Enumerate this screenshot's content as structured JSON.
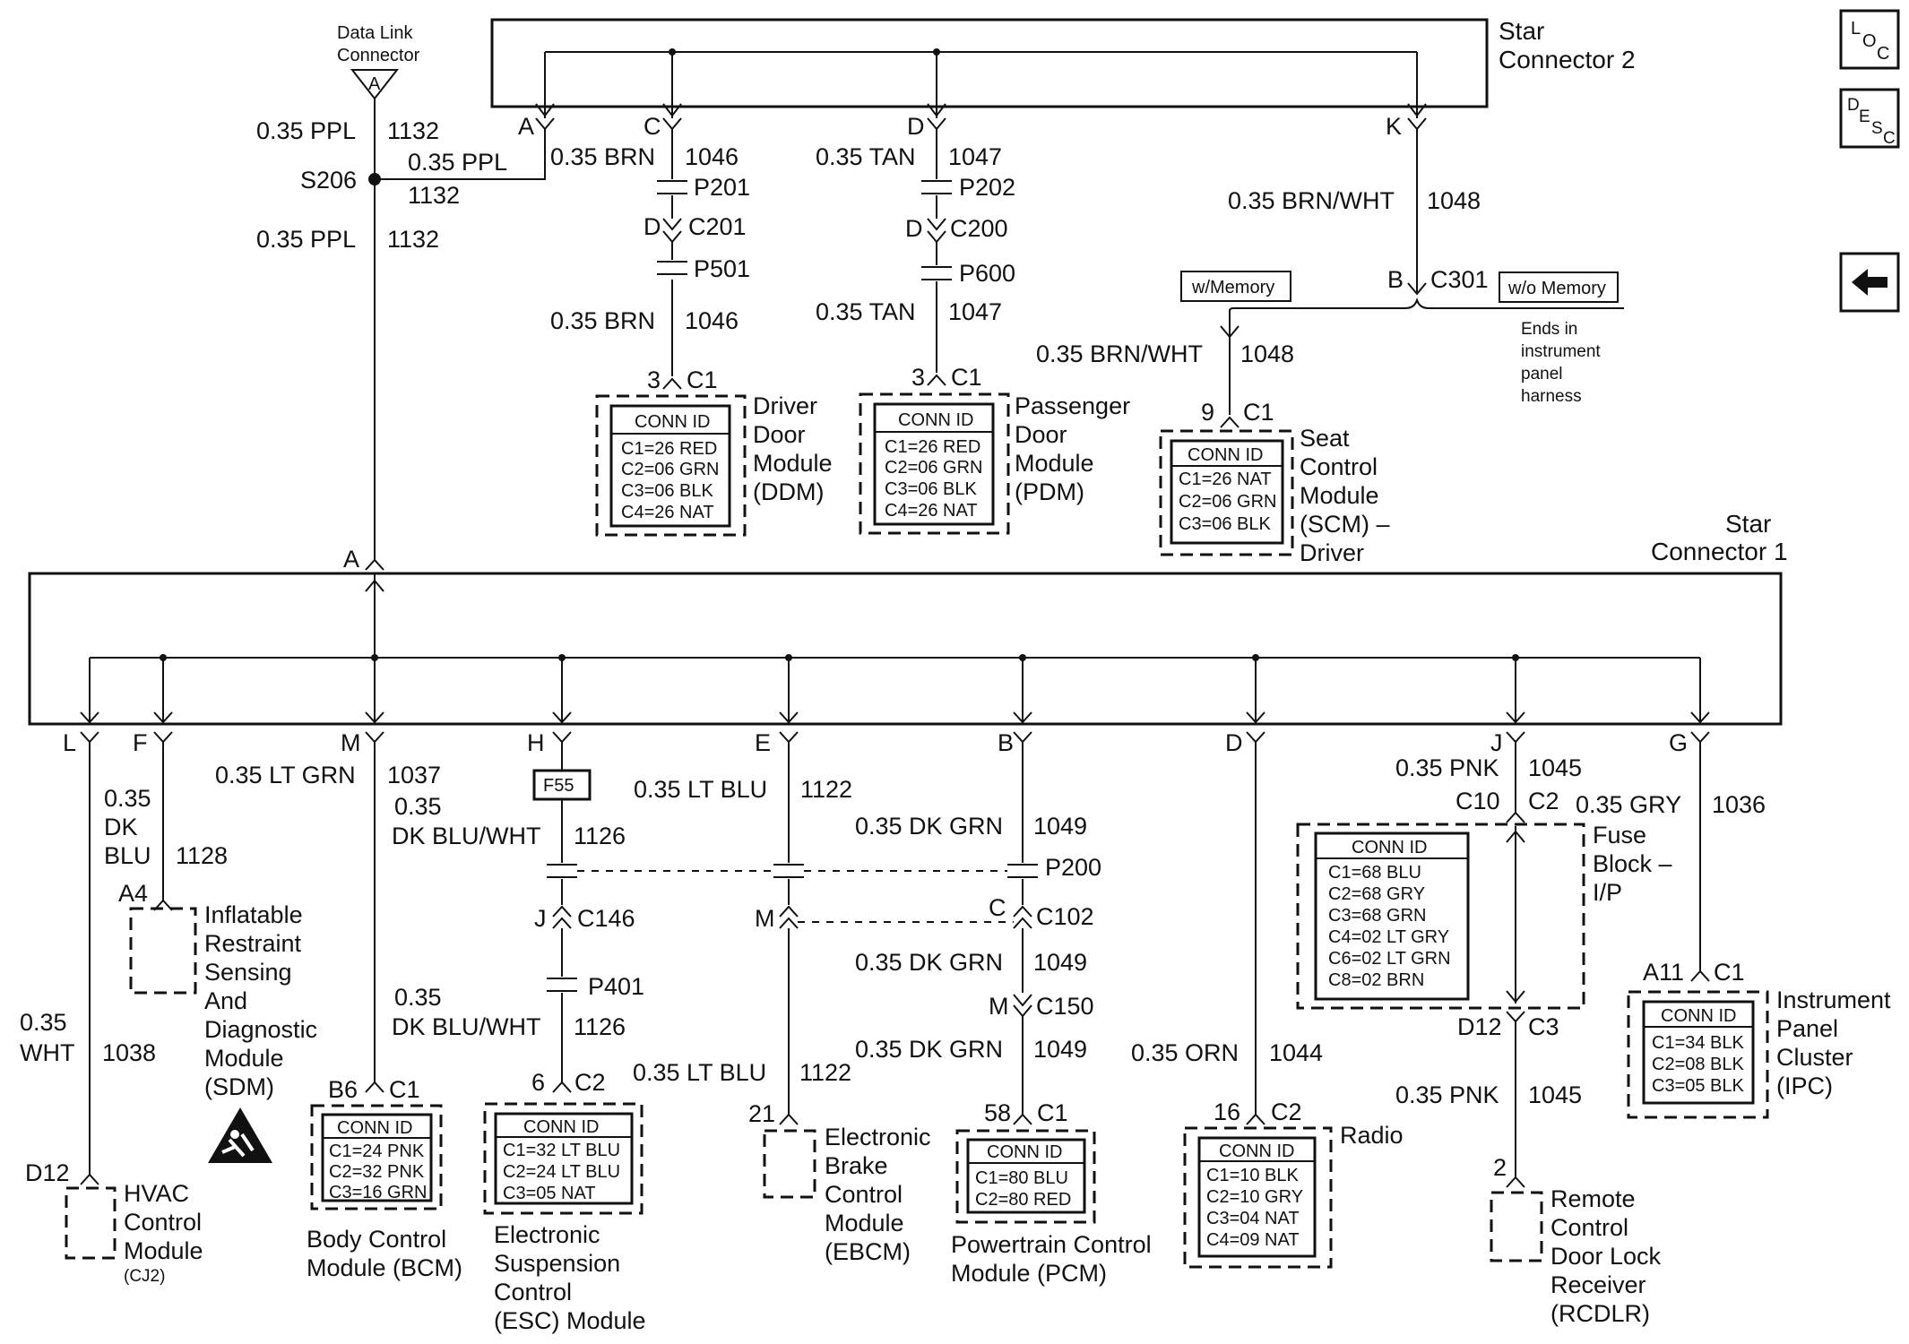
{
  "star2": {
    "title": [
      "Star",
      "Connector  2"
    ],
    "pins": [
      "A",
      "C",
      "D",
      "K"
    ]
  },
  "star1": {
    "title": [
      "Star",
      "Connector 1"
    ],
    "pin_top": "A",
    "pins": [
      "L",
      "F",
      "M",
      "H",
      "E",
      "B",
      "D",
      "J",
      "G"
    ]
  },
  "dlc": {
    "title": [
      "Data Link",
      "Connector"
    ],
    "pin": "A"
  },
  "splice": {
    "name": "S206"
  },
  "wires_top": {
    "dlc_upper": {
      "gauge": "0.35 PPL",
      "circuit": "1132"
    },
    "dlc_branch": {
      "gauge": "0.35 PPL",
      "circuit": "1132"
    },
    "dlc_lower": {
      "gauge": "0.35 PPL",
      "circuit": "1132"
    },
    "ddm_upper": {
      "gauge": "0.35 BRN",
      "circuit": "1046"
    },
    "ddm_lower": {
      "gauge": "0.35 BRN",
      "circuit": "1046"
    },
    "pdm_upper": {
      "gauge": "0.35 TAN",
      "circuit": "1047"
    },
    "pdm_lower": {
      "gauge": "0.35 TAN",
      "circuit": "1047"
    },
    "scm_upper": {
      "gauge": "0.35 BRN/WHT",
      "circuit": "1048"
    },
    "scm_lower": {
      "gauge": "0.35 BRN/WHT",
      "circuit": "1048"
    }
  },
  "connectors_top": {
    "ddm": {
      "p1": "P201",
      "pin": "D",
      "c": "C201",
      "p2": "P501",
      "end_pin": "3",
      "end_c": "C1"
    },
    "pdm": {
      "p1": "P202",
      "pin": "D",
      "c": "C200",
      "p2": "P600",
      "end_pin": "3",
      "end_c": "C1"
    },
    "scm": {
      "pin": "B",
      "c": "C301",
      "end_pin": "9",
      "end_c": "C1"
    }
  },
  "options": {
    "with": "w/Memory",
    "without": "w/o Memory",
    "ends_note": [
      "Ends in",
      "instrument",
      "panel",
      "harness"
    ]
  },
  "modules_top": {
    "ddm": {
      "name": [
        "Driver",
        "Door",
        "Module",
        "(DDM)"
      ],
      "conn_title": "CONN ID",
      "conn": [
        "C1=26 RED",
        "C2=06 GRN",
        "C3=06 BLK",
        "C4=26 NAT"
      ]
    },
    "pdm": {
      "name": [
        "Passenger",
        "Door",
        "Module",
        "(PDM)"
      ],
      "conn_title": "CONN ID",
      "conn": [
        "C1=26 RED",
        "C2=06 GRN",
        "C3=06 BLK",
        "C4=26 NAT"
      ]
    },
    "scm": {
      "name": [
        "Seat",
        "Control",
        "Module",
        "(SCM) –",
        "Driver"
      ],
      "conn_title": "CONN ID",
      "conn": [
        "C1=26 NAT",
        "C2=06 GRN",
        "C3=06 BLK"
      ]
    }
  },
  "wires_bottom": {
    "hvac": {
      "gauge": [
        "0.35",
        "WHT"
      ],
      "circuit": "1038"
    },
    "sdm": {
      "gauge": [
        "0.35",
        "DK",
        "BLU"
      ],
      "circuit": "1128"
    },
    "bcm": {
      "gauge": "0.35 LT GRN",
      "circuit": "1037"
    },
    "esc_upper": {
      "gauge": [
        "0.35",
        "DK BLU/WHT"
      ],
      "circuit": "1126"
    },
    "esc_lower": {
      "gauge": [
        "0.35",
        "DK BLU/WHT"
      ],
      "circuit": "1126"
    },
    "ebcm_upper": {
      "gauge": "0.35 LT BLU",
      "circuit": "1122"
    },
    "ebcm_lower": {
      "gauge": "0.35 LT BLU",
      "circuit": "1122"
    },
    "pcm_1": {
      "gauge": "0.35 DK GRN",
      "circuit": "1049"
    },
    "pcm_2": {
      "gauge": "0.35 DK GRN",
      "circuit": "1049"
    },
    "pcm_3": {
      "gauge": "0.35 DK GRN",
      "circuit": "1049"
    },
    "radio": {
      "gauge": "0.35 ORN",
      "circuit": "1044"
    },
    "fuse_upper": {
      "gauge": "0.35 PNK",
      "circuit": "1045"
    },
    "fuse_lower": {
      "gauge": "0.35 PNK",
      "circuit": "1045"
    },
    "ipc": {
      "gauge": "0.35 GRY",
      "circuit": "1036"
    }
  },
  "connectors_bottom": {
    "fuse_box": "F55",
    "p200": "P200",
    "esc_j": "J",
    "c146": "C146",
    "p401": "P401",
    "ebcm_m": "M",
    "pcm_c": "C",
    "c102": "C102",
    "pcm_m": "M",
    "c150": "C150",
    "hvac_pin": "D12",
    "sdm_pin": "A4",
    "bcm_pin": "B6",
    "bcm_c": "C1",
    "esc_pin": "6",
    "esc_c": "C2",
    "ebcm_pin": "21",
    "pcm_pin": "58",
    "pcm_c1": "C1",
    "radio_pin": "16",
    "radio_c": "C2",
    "fuse_c10": "C10",
    "fuse_c2": "C2",
    "fuse_d12": "D12",
    "fuse_c3": "C3",
    "rcdlr_pin": "2",
    "ipc_pin": "A11",
    "ipc_c": "C1"
  },
  "modules_bottom": {
    "hvac": {
      "name": [
        "HVAC",
        "Control",
        "Module"
      ],
      "note": "(CJ2)"
    },
    "sdm": {
      "name": [
        "Inflatable",
        "Restraint",
        "Sensing",
        "And",
        "Diagnostic",
        "Module",
        "(SDM)"
      ]
    },
    "bcm": {
      "name": [
        "Body Control",
        "Module (BCM)"
      ],
      "conn_title": "CONN ID",
      "conn": [
        "C1=24 PNK",
        "C2=32 PNK",
        "C3=16 GRN"
      ]
    },
    "esc": {
      "name": [
        "Electronic",
        "Suspension",
        "Control",
        "(ESC) Module"
      ],
      "conn_title": "CONN ID",
      "conn": [
        "C1=32 LT BLU",
        "C2=24 LT BLU",
        "C3=05 NAT"
      ]
    },
    "ebcm": {
      "name": [
        "Electronic",
        "Brake",
        "Control",
        "Module",
        "(EBCM)"
      ]
    },
    "pcm": {
      "name": [
        "Powertrain Control",
        "Module (PCM)"
      ],
      "conn_title": "CONN ID",
      "conn": [
        "C1=80 BLU",
        "C2=80 RED"
      ]
    },
    "radio": {
      "name": [
        "Radio"
      ],
      "conn_title": "CONN ID",
      "conn": [
        "C1=10 BLK",
        "C2=10 GRY",
        "C3=04 NAT",
        "C4=09 NAT"
      ]
    },
    "fuse": {
      "name": [
        "Fuse",
        "Block –",
        "I/P"
      ],
      "conn_title": "CONN ID",
      "conn": [
        "C1=68 BLU",
        "C2=68 GRY",
        "C3=68 GRN",
        "C4=02 LT GRY",
        "C6=02 LT GRN",
        "C8=02 BRN"
      ]
    },
    "ipc": {
      "name": [
        "Instrument",
        "Panel",
        "Cluster",
        "(IPC)"
      ],
      "conn_title": "CONN ID",
      "conn": [
        "C1=34 BLK",
        "C2=08 BLK",
        "C3=05 BLK"
      ]
    },
    "rcdlr": {
      "name": [
        "Remote",
        "Control",
        "Door Lock",
        "Receiver",
        "(RCDLR)"
      ]
    }
  },
  "nav": {
    "loc": [
      "L",
      "O",
      "C"
    ],
    "desc": [
      "D",
      "E",
      "S",
      "C"
    ],
    "back_icon": "back-arrow-icon",
    "esd_icon": "esd-sensitive-icon"
  }
}
